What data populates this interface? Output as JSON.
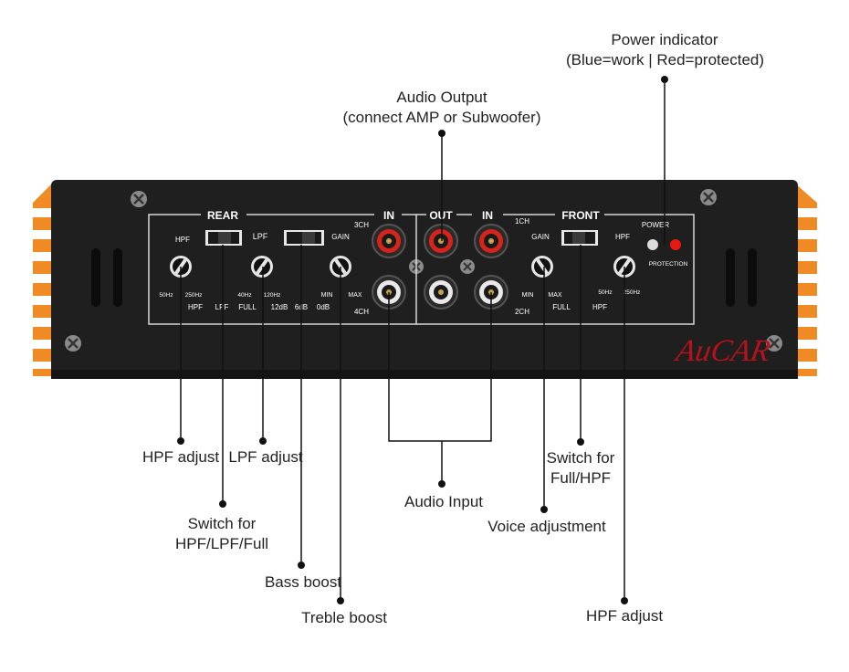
{
  "panel": {
    "brand": "AuCAR",
    "sections": {
      "rear": "REAR",
      "front": "FRONT",
      "in_left": "IN",
      "out": "OUT",
      "in_right": "IN"
    },
    "channels": {
      "ch3": "3CH",
      "ch4": "4CH",
      "ch1": "1CH",
      "ch2": "2CH"
    },
    "rear_controls": {
      "hpf_label": "HPF",
      "hpf_min": "50Hz",
      "hpf_max": "250Hz",
      "switch_hpf": "HPF",
      "switch_lpf": "LPF",
      "switch_full": "FULL",
      "lpf_label": "LPF",
      "lpf_min": "40Hz",
      "lpf_max": "120Hz",
      "boost_12": "12dB",
      "boost_6": "6dB",
      "boost_0": "0dB",
      "gain_label": "GAIN",
      "gain_min": "MIN",
      "gain_max": "MAX"
    },
    "front_controls": {
      "gain_label": "GAIN",
      "gain_min": "MIN",
      "gain_max": "MAX",
      "switch_full": "FULL",
      "switch_hpf": "HPF",
      "hpf_label": "HPF",
      "hpf_min": "50Hz",
      "hpf_max": "250Hz",
      "power_label": "POWER",
      "protection_label": "PROTECTION"
    }
  },
  "callouts": {
    "power_indicator": [
      "Power indicator",
      "(Blue=work | Red=protected)"
    ],
    "audio_output": [
      "Audio Output",
      "(connect AMP or Subwoofer)"
    ],
    "hpf_adjust_rear": [
      "HPF adjust"
    ],
    "lpf_adjust": [
      "LPF adjust"
    ],
    "switch_hpf_lpf_full": [
      "Switch for",
      "HPF/LPF/Full"
    ],
    "bass_boost": [
      "Bass boost"
    ],
    "treble_boost": [
      "Treble boost"
    ],
    "audio_input": [
      "Audio Input"
    ],
    "switch_full_hpf": [
      "Switch for",
      "Full/HPF"
    ],
    "voice_adjustment": [
      "Voice adjustment"
    ],
    "hpf_adjust_front": [
      "HPF adjust"
    ]
  },
  "colors": {
    "chassis": "#1f1f1f",
    "chassis_edge": "#2c2c2c",
    "fins": "#f08a24",
    "panel_line": "#d8d8d8",
    "label": "#ffffff",
    "rca_red": "#d8231c",
    "rca_white": "#e9e9e9",
    "brand_red": "#b5121b",
    "led_red": "#e51b0f",
    "leader": "#111111"
  }
}
